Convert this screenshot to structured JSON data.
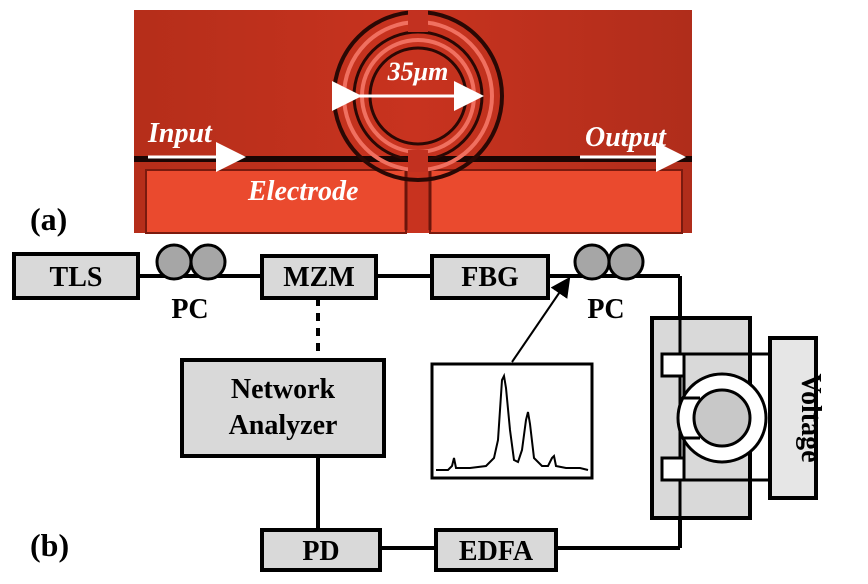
{
  "panel_a": {
    "label": "(a)",
    "photo": {
      "ring_diameter": "35μm",
      "input": "Input",
      "output": "Output",
      "electrode": "Electrode"
    }
  },
  "panel_b": {
    "label": "(b)",
    "components": {
      "tls": "TLS",
      "pc_left": "PC",
      "mzm": "MZM",
      "fbg": "FBG",
      "pc_right": "PC",
      "network_analyzer_line1": "Network",
      "network_analyzer_line2": "Analyzer",
      "pd": "PD",
      "edfa": "EDFA",
      "voltage": "Voltage"
    }
  },
  "colors": {
    "chip_red": "#c8321e",
    "electrode_red": "#e8422a",
    "box_fill": "#d9d9d9",
    "pc_paddle": "#a6a6a6"
  }
}
